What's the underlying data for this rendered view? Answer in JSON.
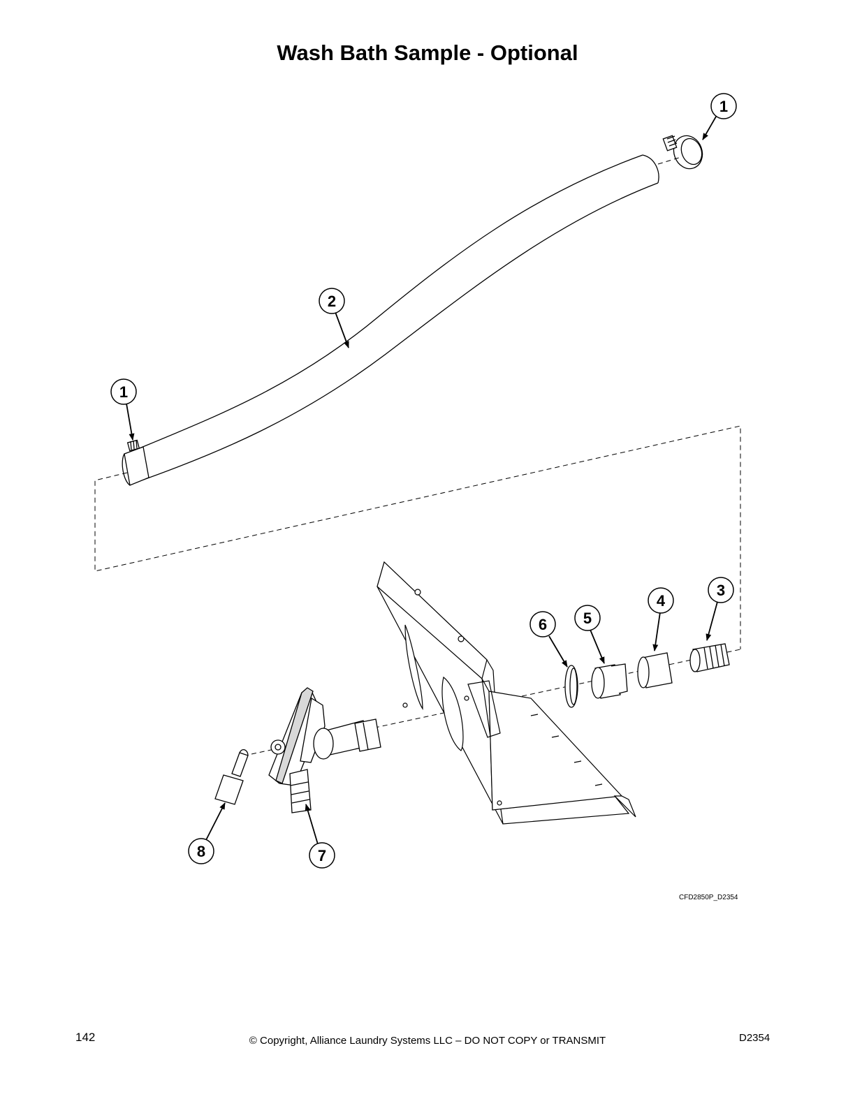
{
  "page": {
    "title": "Wash Bath Sample - Optional",
    "drawing_code": "CFD2850P_D2354",
    "footer": {
      "page_number": "142",
      "copyright": "© Copyright, Alliance Laundry Systems LLC – DO NOT COPY or TRANSMIT",
      "document_code": "D2354"
    }
  },
  "callouts": [
    {
      "id": "callout-1-top",
      "label": "1"
    },
    {
      "id": "callout-2",
      "label": "2"
    },
    {
      "id": "callout-1-left",
      "label": "1"
    },
    {
      "id": "callout-3",
      "label": "3"
    },
    {
      "id": "callout-4",
      "label": "4"
    },
    {
      "id": "callout-5",
      "label": "5"
    },
    {
      "id": "callout-6",
      "label": "6"
    },
    {
      "id": "callout-7",
      "label": "7"
    },
    {
      "id": "callout-8",
      "label": "8"
    }
  ],
  "colors": {
    "ink": "#000000",
    "paper": "#ffffff"
  }
}
